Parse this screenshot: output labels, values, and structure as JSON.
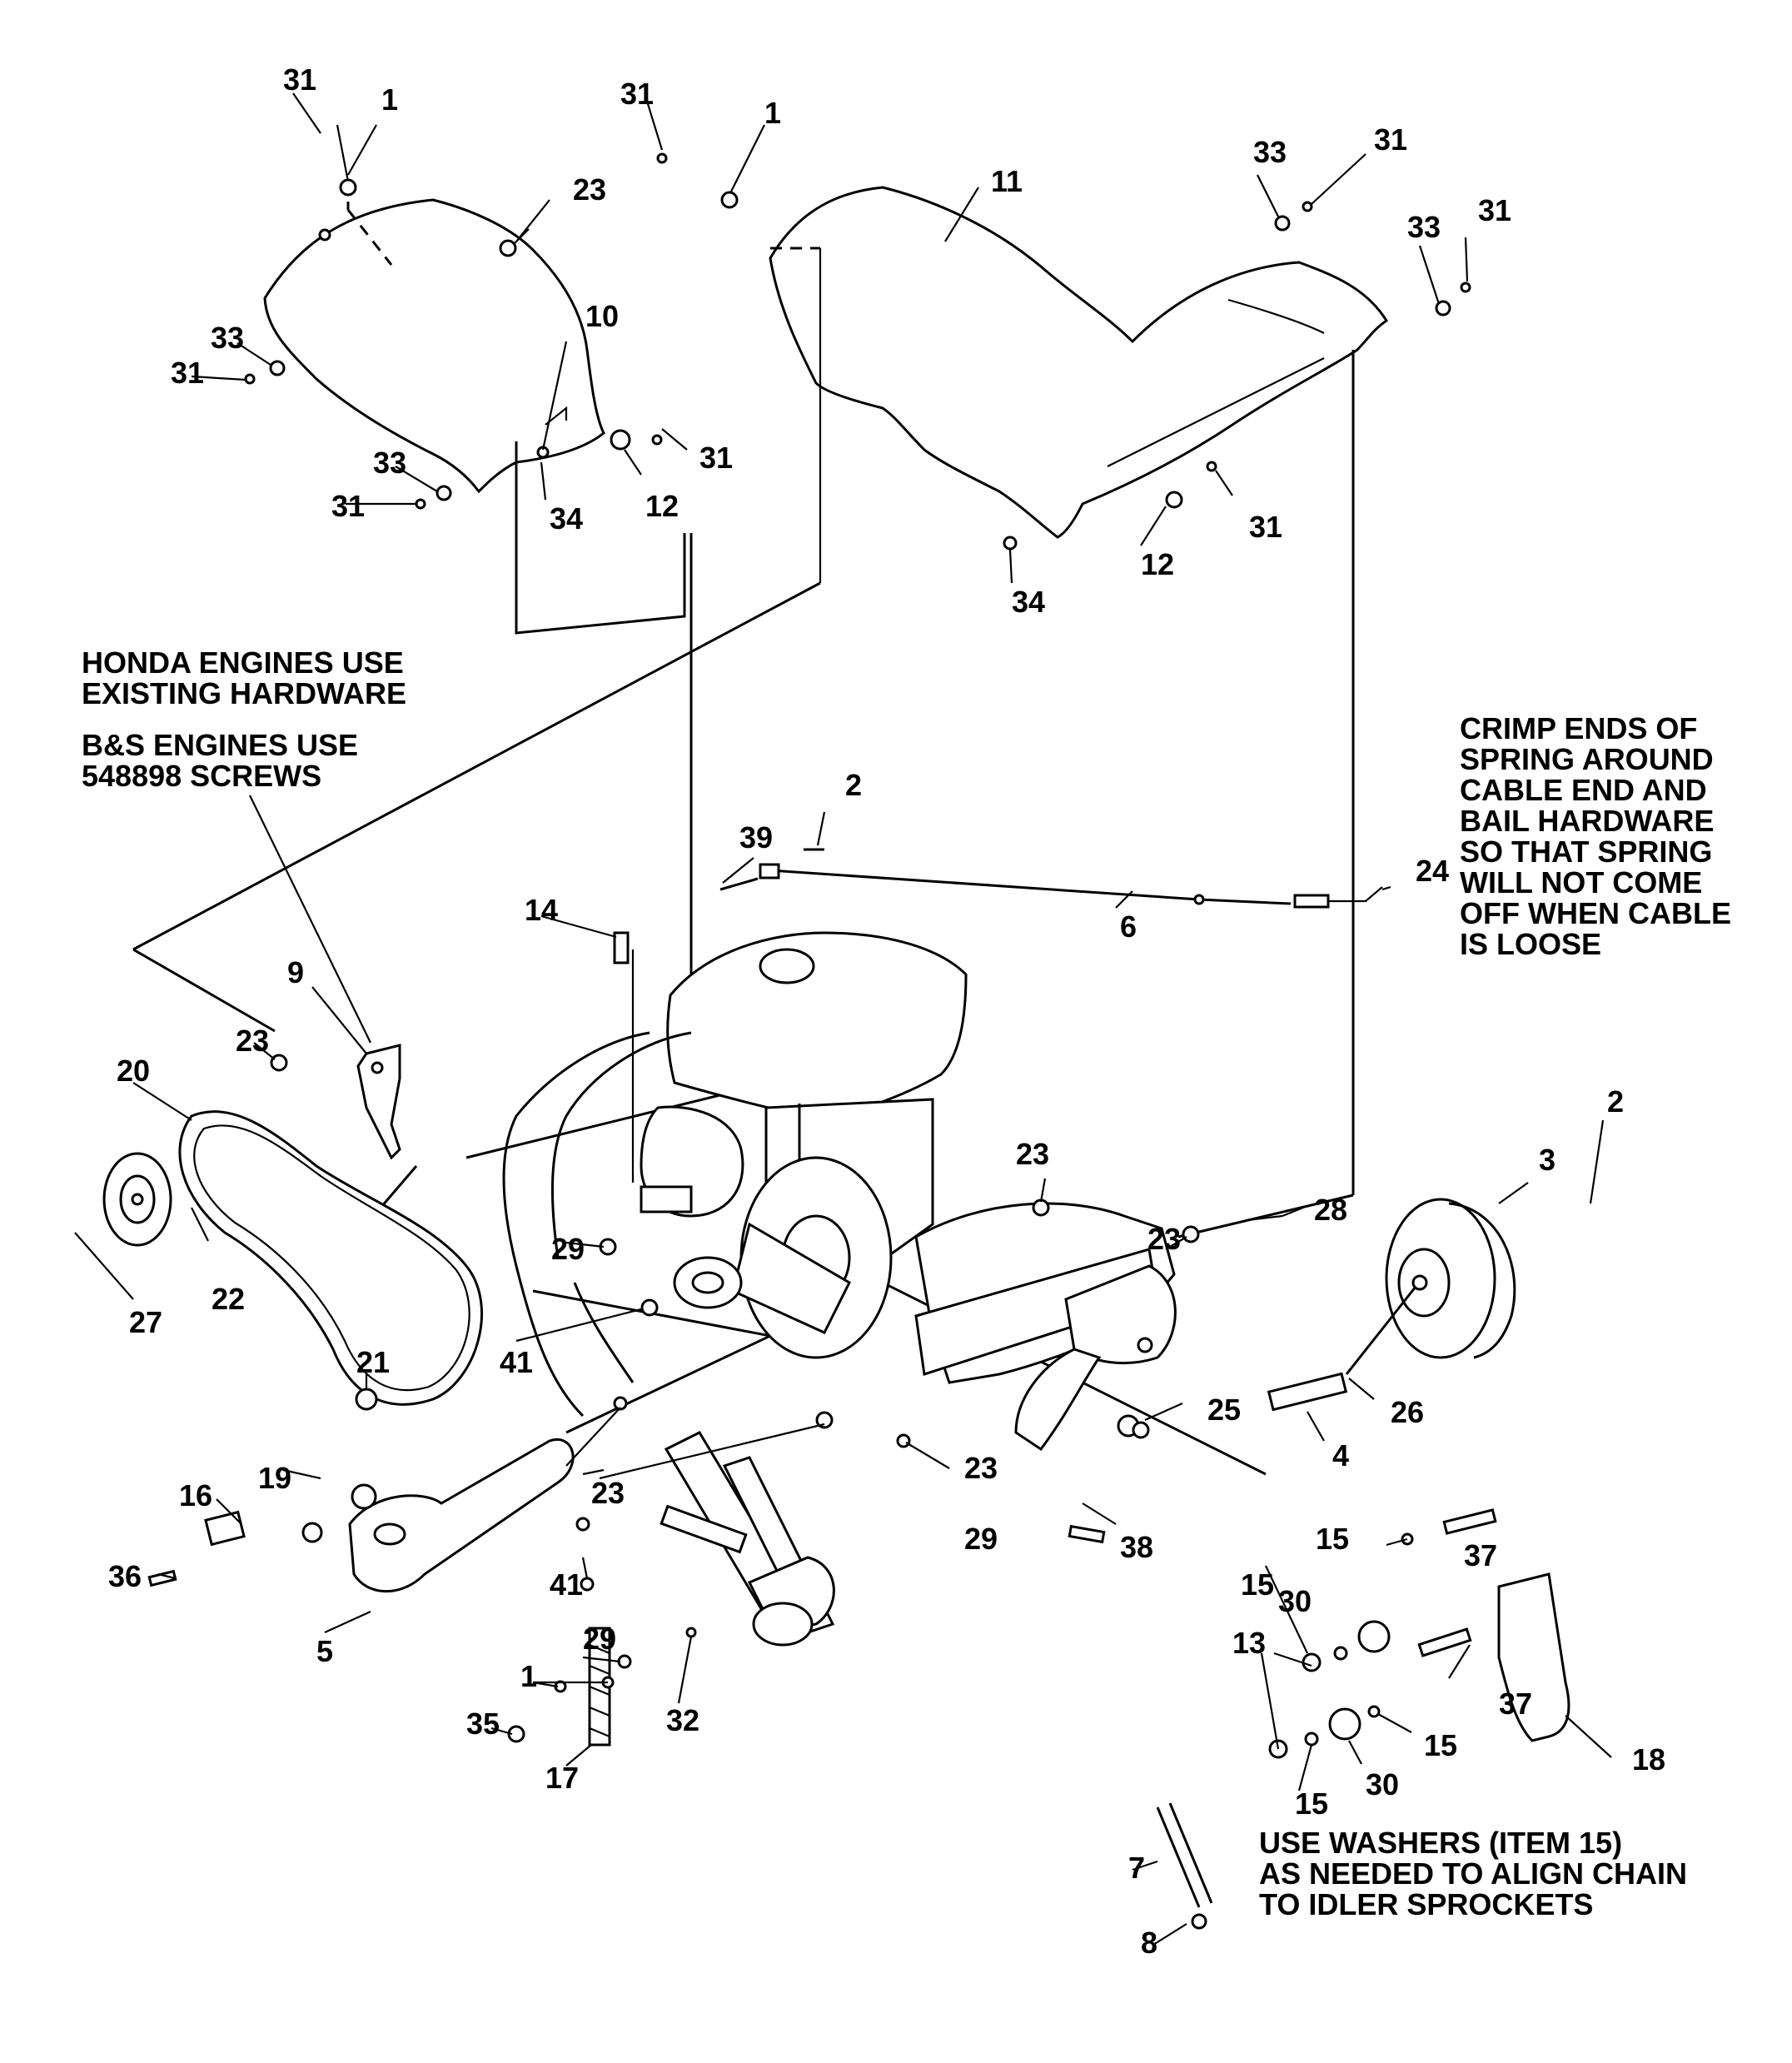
{
  "diagram_title": "",
  "notes": {
    "honda": [
      "HONDA ENGINES USE",
      "EXISTING HARDWARE"
    ],
    "bs": [
      "B&S ENGINES USE",
      "548898 SCREWS"
    ],
    "crimp": [
      "CRIMP ENDS OF",
      "SPRING AROUND",
      "CABLE END AND",
      "BAIL HARDWARE",
      "SO THAT SPRING",
      "WILL NOT COME",
      "OFF WHEN CABLE",
      "IS LOOSE"
    ],
    "washers": [
      "USE WASHERS (ITEM 15)",
      "AS NEEDED TO ALIGN CHAIN",
      "TO IDLER SPROCKETS"
    ]
  },
  "callouts": [
    {
      "n": "31",
      "p": "tl31a"
    },
    {
      "n": "1",
      "p": "tl1a"
    },
    {
      "n": "23",
      "p": "tl23a"
    },
    {
      "n": "10",
      "p": "tl10"
    },
    {
      "n": "33",
      "p": "tl33a"
    },
    {
      "n": "31",
      "p": "tl31b"
    },
    {
      "n": "33",
      "p": "tl33b"
    },
    {
      "n": "31",
      "p": "tl31c"
    },
    {
      "n": "34",
      "p": "tl34"
    },
    {
      "n": "12",
      "p": "tl12"
    },
    {
      "n": "31",
      "p": "tl31d"
    },
    {
      "n": "31",
      "p": "tc31"
    },
    {
      "n": "1",
      "p": "tc1"
    },
    {
      "n": "11",
      "p": "tc11"
    },
    {
      "n": "33",
      "p": "tr33a"
    },
    {
      "n": "31",
      "p": "tr31a"
    },
    {
      "n": "33",
      "p": "tr33b"
    },
    {
      "n": "31",
      "p": "tr31b"
    },
    {
      "n": "12",
      "p": "tr12"
    },
    {
      "n": "31",
      "p": "tr31c"
    },
    {
      "n": "34",
      "p": "tr34"
    },
    {
      "n": "2",
      "p": "c2"
    },
    {
      "n": "39",
      "p": "c39"
    },
    {
      "n": "24",
      "p": "c24"
    },
    {
      "n": "6",
      "p": "c6"
    },
    {
      "n": "14",
      "p": "c14"
    },
    {
      "n": "9",
      "p": "c9"
    },
    {
      "n": "23",
      "p": "c23a"
    },
    {
      "n": "20",
      "p": "c20"
    },
    {
      "n": "22",
      "p": "c22"
    },
    {
      "n": "27",
      "p": "c27"
    },
    {
      "n": "29",
      "p": "c29a"
    },
    {
      "n": "41",
      "p": "c41a"
    },
    {
      "n": "23",
      "p": "c23b"
    },
    {
      "n": "23",
      "p": "c23c"
    },
    {
      "n": "28",
      "p": "c28"
    },
    {
      "n": "3",
      "p": "c3"
    },
    {
      "n": "2",
      "p": "c2b"
    },
    {
      "n": "25",
      "p": "c25"
    },
    {
      "n": "26",
      "p": "c26"
    },
    {
      "n": "4",
      "p": "c4"
    },
    {
      "n": "21",
      "p": "c21"
    },
    {
      "n": "19",
      "p": "c19"
    },
    {
      "n": "16",
      "p": "c16"
    },
    {
      "n": "36",
      "p": "c36"
    },
    {
      "n": "5",
      "p": "c5"
    },
    {
      "n": "23",
      "p": "c23d"
    },
    {
      "n": "23",
      "p": "c23e"
    },
    {
      "n": "41",
      "p": "c41b"
    },
    {
      "n": "29",
      "p": "c29b"
    },
    {
      "n": "38",
      "p": "c38"
    },
    {
      "n": "15",
      "p": "c15a"
    },
    {
      "n": "37",
      "p": "c37a"
    },
    {
      "n": "15",
      "p": "c15b"
    },
    {
      "n": "30",
      "p": "c30a"
    },
    {
      "n": "13",
      "p": "c13"
    },
    {
      "n": "29",
      "p": "c29c"
    },
    {
      "n": "1",
      "p": "c1b"
    },
    {
      "n": "35",
      "p": "c35"
    },
    {
      "n": "32",
      "p": "c32"
    },
    {
      "n": "17",
      "p": "c17"
    },
    {
      "n": "37",
      "p": "c37b"
    },
    {
      "n": "15",
      "p": "c15c"
    },
    {
      "n": "15",
      "p": "c15d"
    },
    {
      "n": "30",
      "p": "c30b"
    },
    {
      "n": "18",
      "p": "c18"
    },
    {
      "n": "7",
      "p": "c7"
    },
    {
      "n": "8",
      "p": "c8"
    }
  ]
}
